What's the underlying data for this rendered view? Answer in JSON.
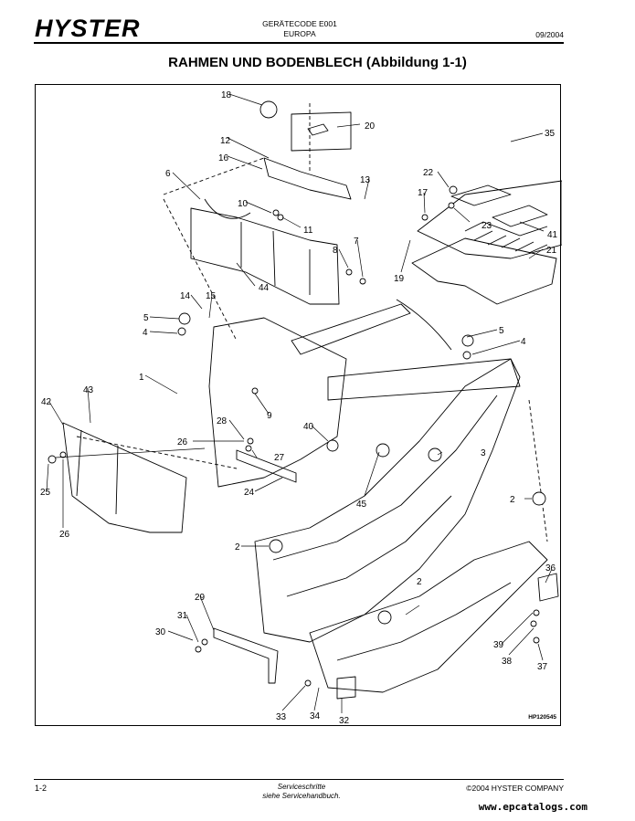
{
  "header": {
    "logo_text": "HYSTER",
    "center_line1": "GERÄTECODE E001",
    "center_line2": "EUROPA",
    "date": "09/2004"
  },
  "title": "RAHMEN UND BODENBLECH (Abbildung 1-1)",
  "figure": {
    "code": "HP120545",
    "callouts": [
      "18",
      "20",
      "12",
      "16",
      "6",
      "10",
      "11",
      "13",
      "17",
      "22",
      "35",
      "23",
      "41",
      "21",
      "7",
      "8",
      "19",
      "44",
      "14",
      "15",
      "5",
      "4",
      "1",
      "5",
      "4",
      "9",
      "3",
      "42",
      "43",
      "28",
      "26",
      "27",
      "40",
      "45",
      "2",
      "25",
      "26",
      "24",
      "2",
      "36",
      "2",
      "29",
      "31",
      "30",
      "39",
      "38",
      "37",
      "33",
      "34",
      "32"
    ]
  },
  "footer": {
    "page": "1-2",
    "note_line1": "Serviceschritte",
    "note_line2": "siehe Servicehandbuch.",
    "copyright": "©2004 HYSTER COMPANY",
    "watermark": "www.epcatalogs.com"
  }
}
